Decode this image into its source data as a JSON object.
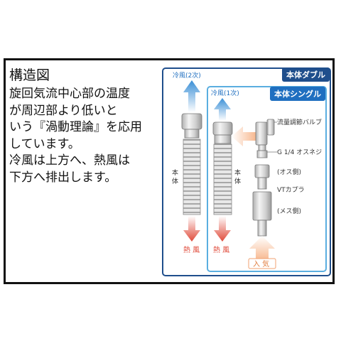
{
  "title": "構造図",
  "description_lines": [
    "旋回気流中心部の温度",
    "が周辺部より低いと",
    "いう『渦動理論』を応用",
    "しています。",
    "冷風は上方へ、熱風は",
    "下方へ排出します。"
  ],
  "panels": {
    "double_label": "本体ダブル",
    "single_label": "本体シングル"
  },
  "labels": {
    "cold_2": "冷風(2次)",
    "cold_1": "冷風(1次)",
    "hot_left": "熱 風",
    "hot_right": "熱 風",
    "air_in": "入 気",
    "body_left": "本\n体",
    "body_right": "本\n体",
    "flow_valve": "流量調節バルブ",
    "g_screw": "G 1/4 オスネジ",
    "male_side": "(オス側)",
    "vt_coupler": "VTカプラ",
    "female_side": "(メス側)"
  },
  "colors": {
    "frame": "#111111",
    "panel_double": "#1f4e8c",
    "panel_single": "#5aaee0",
    "cold_arrow": "#3a8fd6",
    "hot_arrow": "#e04a3a",
    "in_arrow": "#f0a070"
  }
}
